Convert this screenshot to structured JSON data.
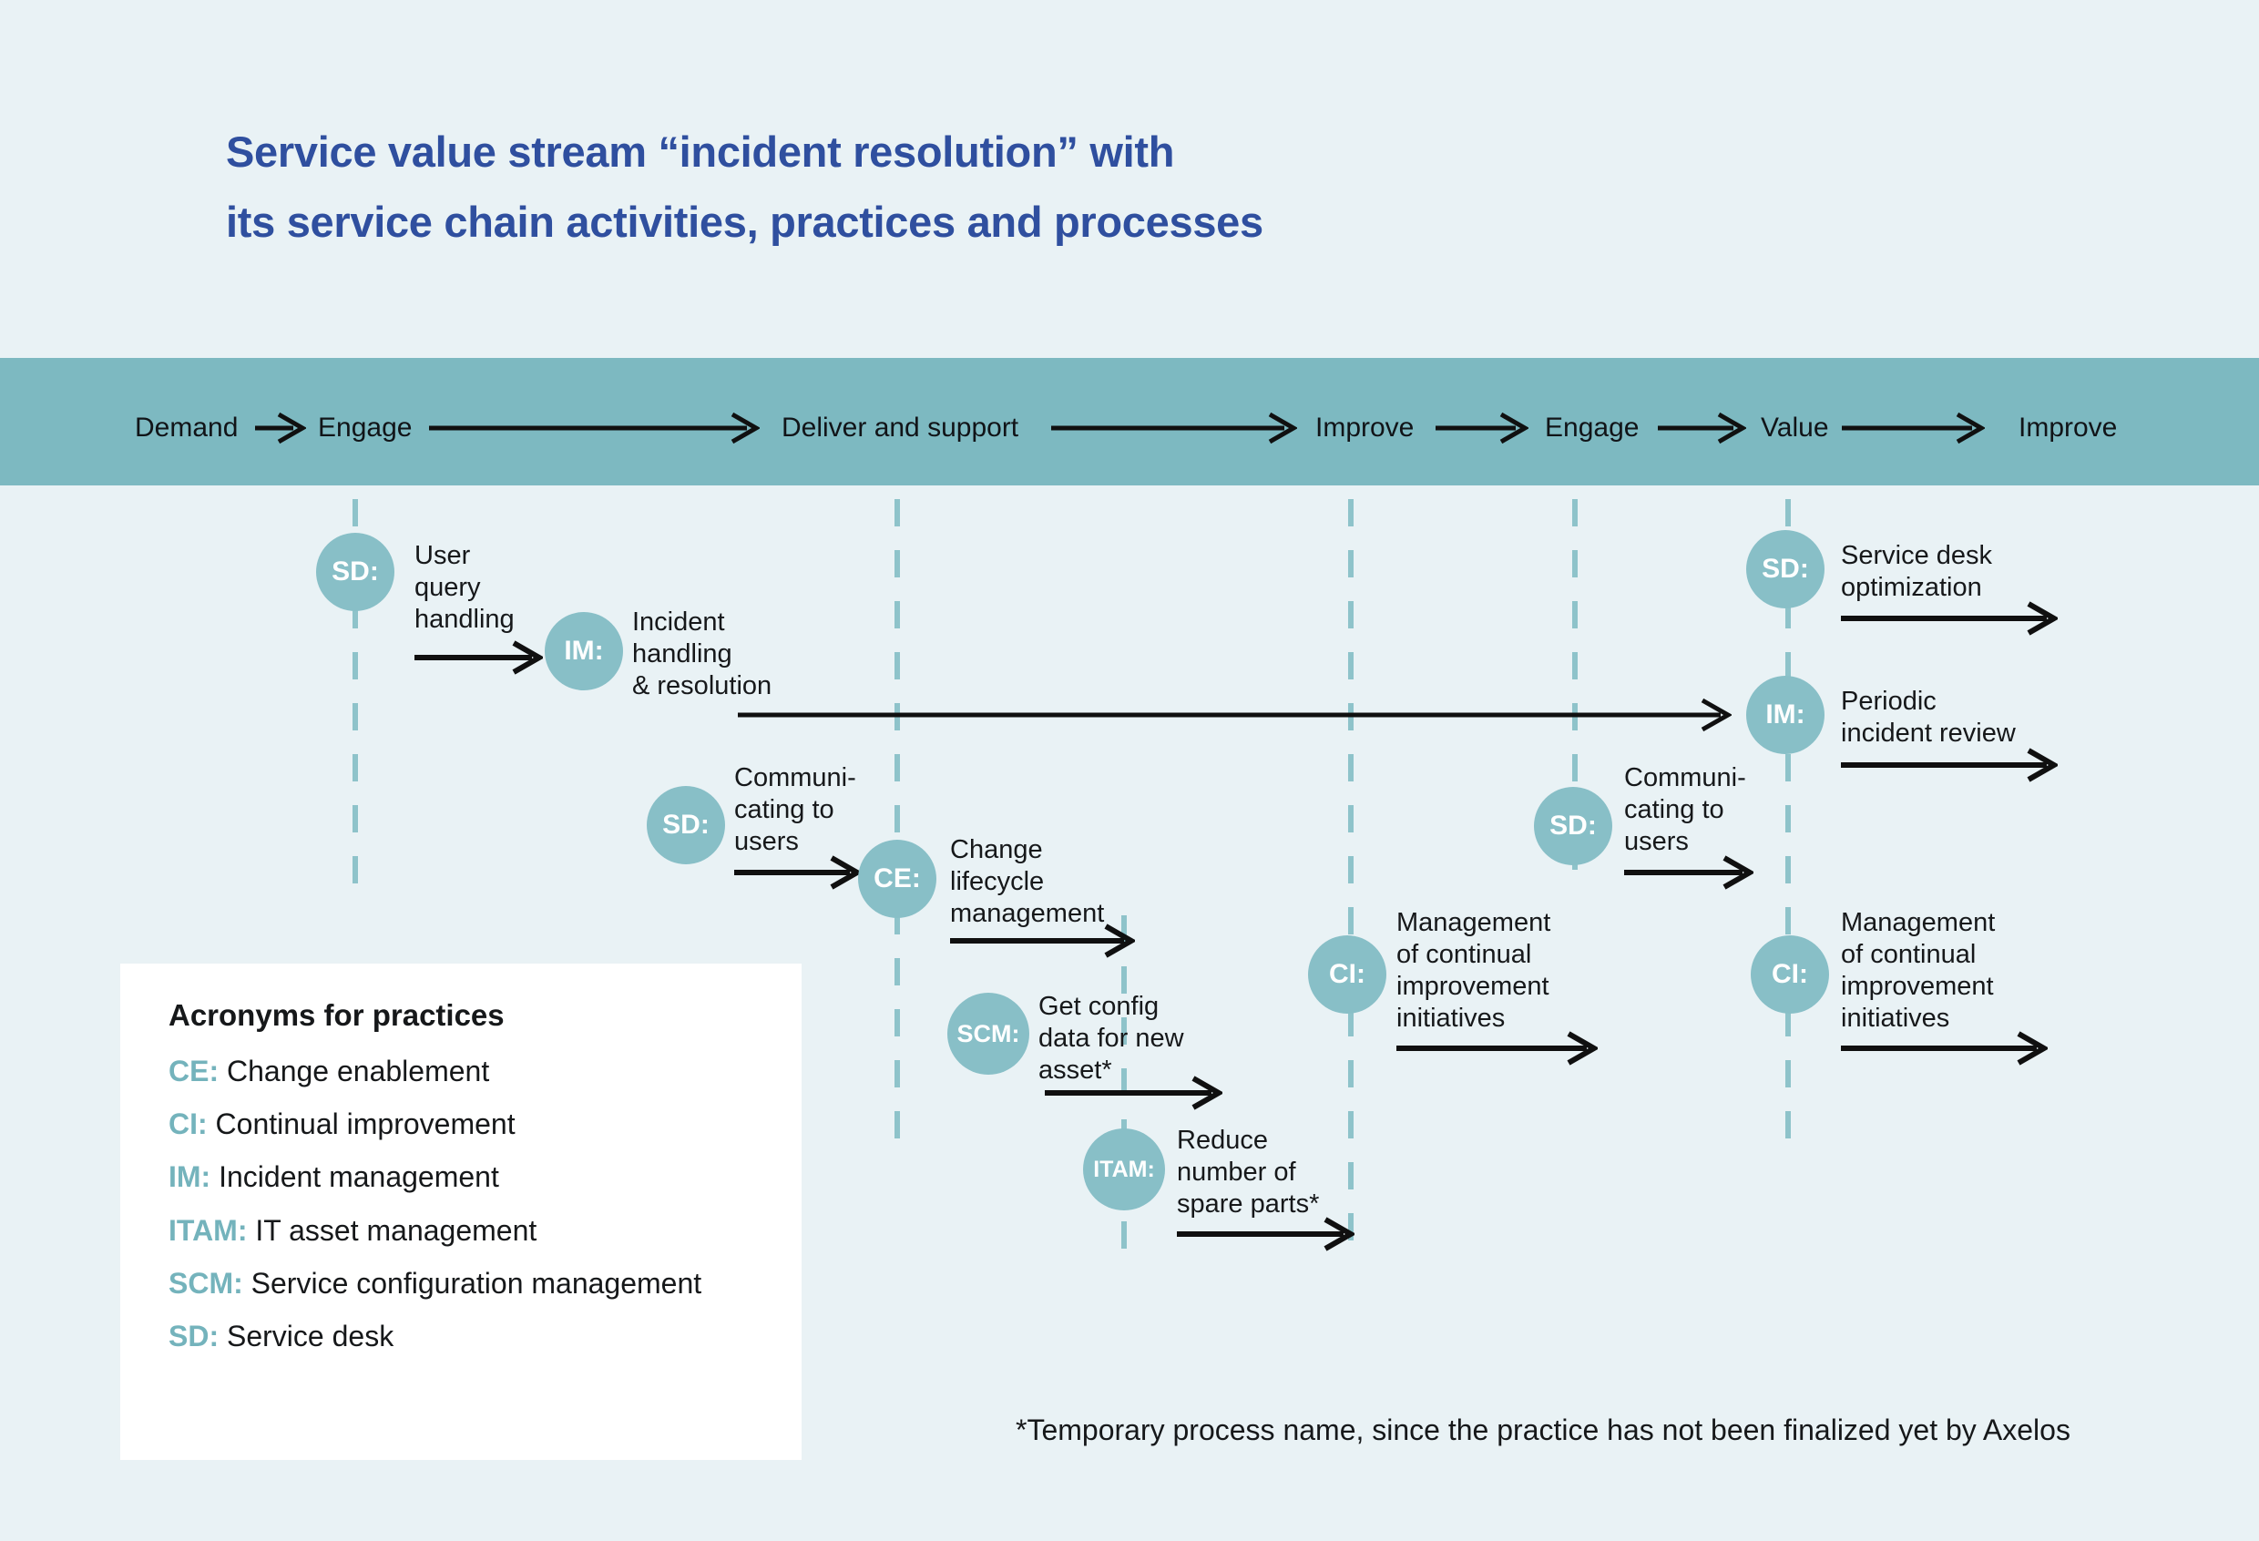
{
  "title": "Service value stream “incident resolution” with\nits service chain activities, practices and processes",
  "band": {
    "labels": [
      "Demand",
      "Engage",
      "Deliver and support",
      "Improve",
      "Engage",
      "Value",
      "Improve"
    ]
  },
  "nodes": [
    {
      "abbr": "SD:",
      "label": "User\nquery\nhandling"
    },
    {
      "abbr": "IM:",
      "label": "Incident\nhandling\n& resolution"
    },
    {
      "abbr": "SD:",
      "label": "Communi-\ncating to\nusers"
    },
    {
      "abbr": "CE:",
      "label": "Change\nlifecycle\nmanagement"
    },
    {
      "abbr": "SCM:",
      "label": "Get config\ndata for new\nasset*"
    },
    {
      "abbr": "ITAM:",
      "label": "Reduce\nnumber of\nspare parts*"
    },
    {
      "abbr": "CI:",
      "label": "Management\nof continual\nimprovement\ninitiatives"
    },
    {
      "abbr": "SD:",
      "label": "Communi-\ncating to\nusers"
    },
    {
      "abbr": "SD:",
      "label": "Service desk\noptimization"
    },
    {
      "abbr": "IM:",
      "label": "Periodic\nincident review"
    },
    {
      "abbr": "CI:",
      "label": "Management\nof continual\nimprovement\ninitiatives"
    }
  ],
  "legend": {
    "title": "Acronyms for practices",
    "items": [
      {
        "abbr": "CE:",
        "label": "Change enablement"
      },
      {
        "abbr": "CI:",
        "label": "Continual improvement"
      },
      {
        "abbr": "IM:",
        "label": "Incident management"
      },
      {
        "abbr": "ITAM:",
        "label": "IT asset management"
      },
      {
        "abbr": "SCM:",
        "label": "Service configuration management"
      },
      {
        "abbr": "SD:",
        "label": "Service desk"
      }
    ]
  },
  "footnote": "*Temporary process name, since the practice has not been finalized yet by Axelos",
  "colors": {
    "background": "#e9f2f5",
    "band": "#7db9c1",
    "node": "#88bfc7",
    "dashed_line": "#8ec3ca",
    "title": "#2f4f9f",
    "text": "#16181a",
    "legend_accent": "#74b3bc",
    "arrow": "#101010"
  }
}
